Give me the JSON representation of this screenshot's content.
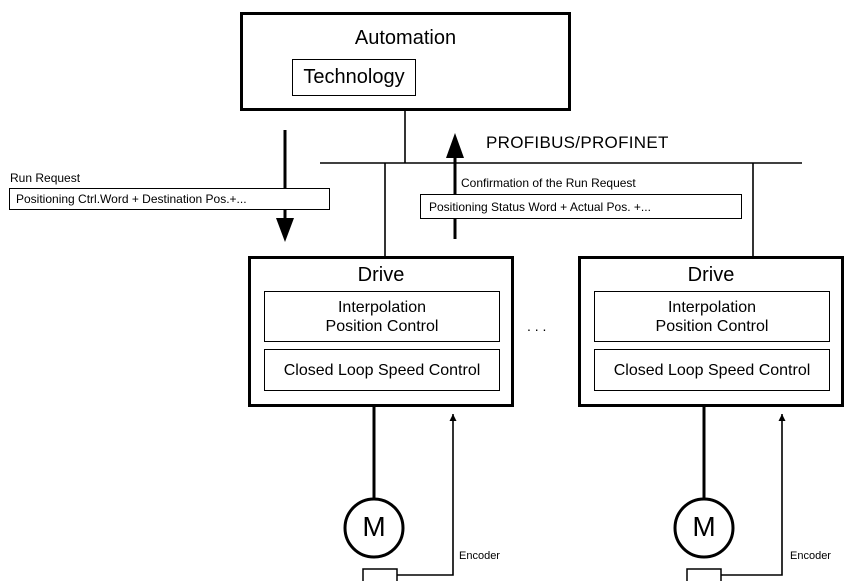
{
  "automation": {
    "title": "Automation",
    "technology": "Technology"
  },
  "bus": {
    "label": "PROFIBUS/PROFINET"
  },
  "run_request": {
    "label": "Run Request",
    "content": "Positioning Ctrl.Word + Destination Pos.+..."
  },
  "confirmation": {
    "label": "Confirmation of the Run Request",
    "content": "Positioning Status Word + Actual Pos. +..."
  },
  "drives": [
    {
      "title": "Drive",
      "interpolation_line1": "Interpolation",
      "interpolation_line2": "Position Control",
      "speed_control": "Closed Loop Speed Control",
      "motor": "M",
      "encoder": "Encoder"
    },
    {
      "title": "Drive",
      "interpolation_line1": "Interpolation",
      "interpolation_line2": "Position Control",
      "speed_control": "Closed Loop Speed Control",
      "motor": "M",
      "encoder": "Encoder"
    }
  ],
  "ellipsis": ". . ."
}
